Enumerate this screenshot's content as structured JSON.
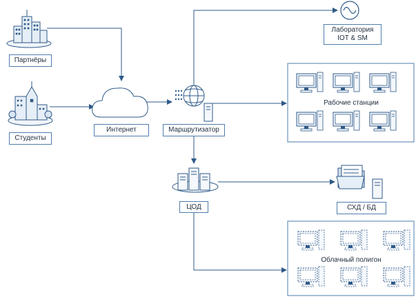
{
  "diagram": {
    "nodes": {
      "partners": "Партнёры",
      "students": "Студенты",
      "internet": "Интернет",
      "router": "Маршрутизатор",
      "iot_lab": "Лаборатория IOT & SM",
      "workstations": "Рабочие станции",
      "datacenter": "ЦОД",
      "storage": "СХД / БД",
      "cloud_polygon": "Облачный полигон"
    },
    "colors": {
      "line": "#4f7dae",
      "icon_stroke": "#2e5a88",
      "icon_fill": "#e6eef7",
      "text": "#1f2d3d"
    },
    "icons": [
      "city-icon",
      "campus-icon",
      "cloud-icon",
      "globe-icon",
      "server-icon",
      "oscillator-icon",
      "computer-icon",
      "folder-icon",
      "server-rack-icon",
      "virtual-computer-icon"
    ]
  }
}
